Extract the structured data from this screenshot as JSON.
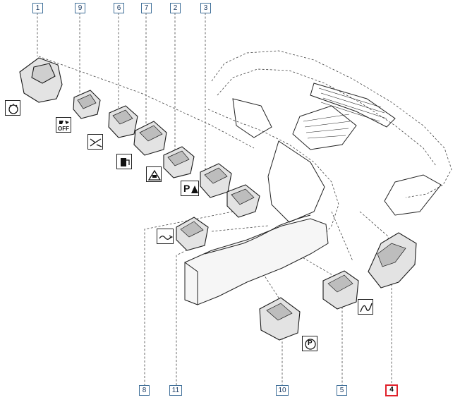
{
  "callouts": [
    {
      "id": "c1",
      "label": "1"
    },
    {
      "id": "c9",
      "label": "9"
    },
    {
      "id": "c6",
      "label": "6"
    },
    {
      "id": "c7",
      "label": "7"
    },
    {
      "id": "c2",
      "label": "2"
    },
    {
      "id": "c3",
      "label": "3"
    },
    {
      "id": "c8",
      "label": "8"
    },
    {
      "id": "c11",
      "label": "11"
    },
    {
      "id": "c10",
      "label": "10"
    },
    {
      "id": "c5",
      "label": "5"
    },
    {
      "id": "c4",
      "label": "4",
      "active": true
    }
  ],
  "symbols": {
    "esp_off_text": "OFF",
    "park_assist_text": "P",
    "park_brake_text": "P"
  },
  "colors": {
    "callout_border": "#3f6f99",
    "callout_text": "#1f3f66",
    "highlight": "#e0202a",
    "line": "#444444"
  }
}
